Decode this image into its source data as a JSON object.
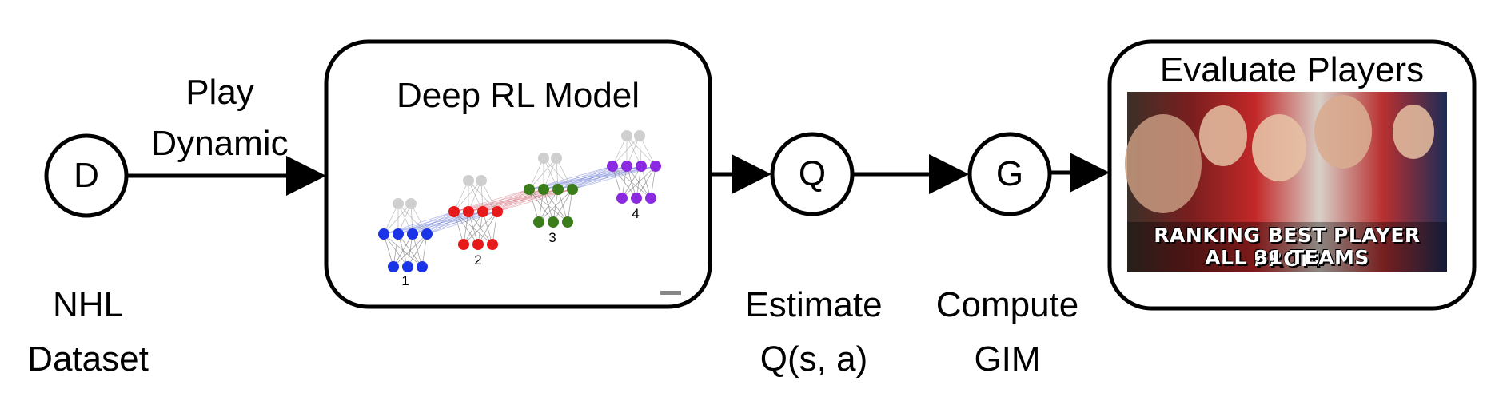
{
  "nodes": {
    "d": {
      "letter": "D",
      "caption": [
        "NHL",
        "Dataset"
      ]
    },
    "q": {
      "letter": "Q",
      "caption": [
        "Estimate",
        "Q(s, a)"
      ]
    },
    "g": {
      "letter": "G",
      "caption": [
        "Compute",
        "GIM"
      ]
    }
  },
  "edges": {
    "d_to_model": [
      "Play",
      "Dynamic"
    ]
  },
  "model_box": {
    "title": "Deep RL Model",
    "layers": [
      "1",
      "2",
      "3",
      "4"
    ],
    "colors": {
      "layer1": "#1a33e6",
      "layer2": "#e61a1a",
      "layer3": "#3a7d1a",
      "layer4": "#8a2be2",
      "inactive": "#cfcfcf"
    }
  },
  "output_box": {
    "title": "Evaluate Players",
    "banner": [
      "RANKING BEST PLAYER FROM",
      "ALL 31 TEAMS"
    ]
  }
}
